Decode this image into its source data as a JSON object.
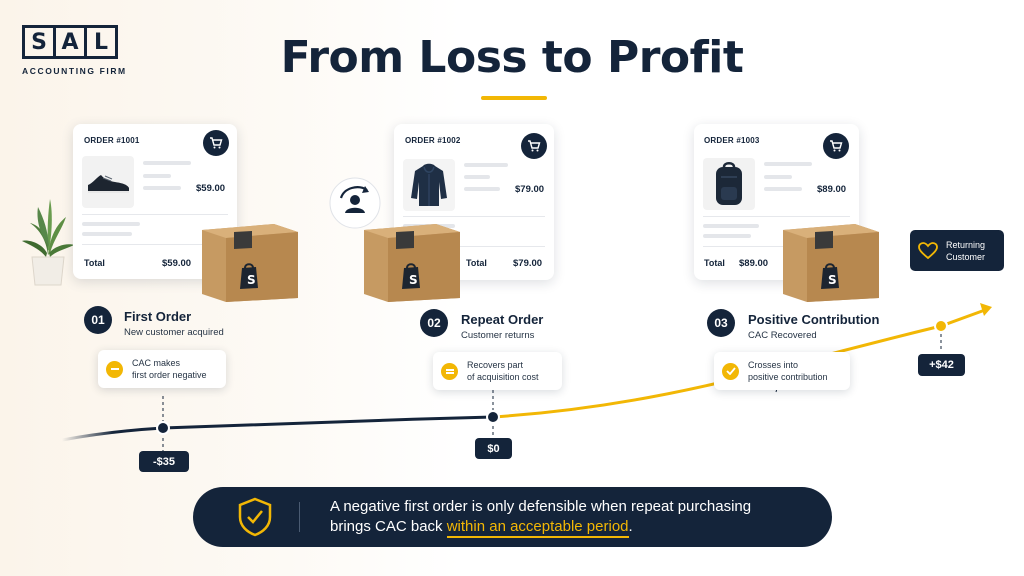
{
  "logo": {
    "letters": [
      "S",
      "A",
      "L"
    ],
    "subtitle": "ACCOUNTING FIRM"
  },
  "title": "From Loss to Profit",
  "orders": [
    {
      "order_no": "ORDER #1001",
      "price": "$59.00",
      "total_label": "Total",
      "total": "$59.00",
      "product_icon": "sneaker-icon"
    },
    {
      "order_no": "ORDER #1002",
      "price": "$79.00",
      "total_label": "Total",
      "total": "$79.00",
      "product_icon": "hoodie-icon"
    },
    {
      "order_no": "ORDER #1003",
      "price": "$89.00",
      "total_label": "Total",
      "total": "$89.00",
      "product_icon": "backpack-icon"
    }
  ],
  "steps": [
    {
      "num": "01",
      "title": "First Order",
      "subtitle": "New customer acquired",
      "note": [
        "CAC makes",
        "first order negative"
      ],
      "note_icon": "minus-icon",
      "value": "-$35"
    },
    {
      "num": "02",
      "title": "Repeat Order",
      "subtitle": "Customer returns",
      "note": [
        "Recovers part",
        "of acquisition cost"
      ],
      "note_icon": "equals-icon",
      "value": "$0"
    },
    {
      "num": "03",
      "title": "Positive Contribution",
      "subtitle": "CAC Recovered",
      "note": [
        "Crosses into",
        "positive contribution"
      ],
      "note_icon": "check-icon",
      "value": "+$42"
    }
  ],
  "returning_badge": [
    "Returning",
    "Customer"
  ],
  "banner": {
    "line1": "A negative first order is  only defensible when repeat purchasing",
    "line2_start": "brings CAC back ",
    "line2_highlight": "within an acceptable period",
    "line2_end": "."
  },
  "colors": {
    "navy": "#14243a",
    "accent": "#f2b705",
    "box": "#c99a5e"
  }
}
